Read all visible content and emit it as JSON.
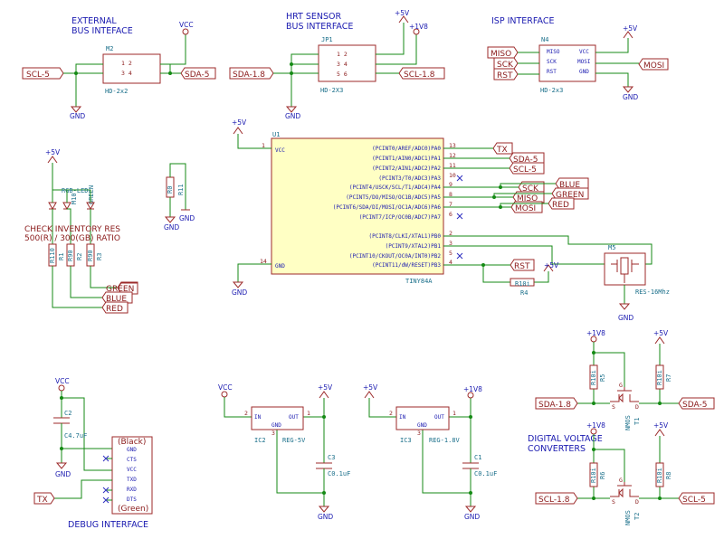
{
  "titles": {
    "ext_bus_1": "EXTERNAL",
    "ext_bus_2": "BUS INTEFACE",
    "hrt_1": "HRT SENSOR",
    "hrt_2": "BUS INTERFACE",
    "isp": "ISP INTERFACE",
    "check_1": "CHECK INVENTORY RES",
    "check_2": "500(R) / 300(GB) RATIO",
    "debug": "DEBUG INTERFACE",
    "dvc_1": "DIGITAL VOLTAGE",
    "dvc_2": "CONVERTERS"
  },
  "power": {
    "vcc": "VCC",
    "gnd": "GND",
    "p5v": "+5V",
    "p1v8": "+1V8"
  },
  "nets": {
    "scl5": "SCL-5",
    "sda5": "SDA-5",
    "sda18": "SDA-1.8",
    "scl18": "SCL-1.8",
    "miso": "MISO",
    "sck": "SCK",
    "rst": "RST",
    "mosi": "MOSI",
    "tx": "TX",
    "blue": "BLUE",
    "green": "GREEN",
    "red": "RED"
  },
  "components": {
    "m2_ref": "M2",
    "m2_val": "HD-2x2",
    "jp1_ref": "JP1",
    "jp1_val": "HD-2X3",
    "n4_ref": "N4",
    "n4_val": "HD-2x3",
    "u1_ref": "U1",
    "u1_val": "TINY84A",
    "r11_ref": "R0",
    "r11_val": "R11",
    "led_ref": "M10",
    "led_val": "RGB-LED",
    "led_color": "GREEN",
    "r1": "R1",
    "r1_val": "R110",
    "r2": "R2",
    "r2_val": "R90",
    "r3": "R3",
    "r3_val": "R90",
    "r4": "R4",
    "r4_val": "R10i",
    "m5_ref": "M5",
    "m5_val": "RES-16Mhz",
    "c2_ref": "C2",
    "c2_val": "C4.7uF",
    "ic2_ref": "IC2",
    "ic2_val": "REG-5V",
    "c3_ref": "C3",
    "c3_val": "C0.1uF",
    "ic3_ref": "IC3",
    "ic3_val": "REG-1.8V",
    "c1_ref": "C1",
    "c1_val": "C0.1uF",
    "r5": "R5",
    "r5_val": "R10i",
    "r7": "R7",
    "r7_val": "R10i",
    "t1": "T1",
    "t1_val": "NMOS",
    "r6": "R6",
    "r6_val": "R10i",
    "r8": "R8",
    "r8_val": "R10i",
    "t2": "T2",
    "t2_val": "NMOS"
  },
  "u1_pins_right": [
    "(PCINT0/AREF/ADC0)PA0",
    "(PCINT1/AIN0/ADC1)PA1",
    "(PCINT2/AIN1/ADC2)PA2",
    "(PCINT3/T0/ADC3)PA3",
    "(PCINT4/USCK/SCL/T1/ADC4)PA4",
    "(PCINT5/DO/MISO/OC1B/ADC5)PA5",
    "(PCINT6/SDA/DI/MOSI/OC1A/ADC6)PA6",
    "(PCINT7/ICP/OC0B/ADC7)PA7",
    "(PCINT8/CLKI/XTAL1)PB0",
    "(PCINT9/XTAL2)PB1",
    "(PCINT10/CKOUT/OC0A/INT0)PB2",
    "(PCINT11/dW/RESET)PB3"
  ],
  "u1_pin_numbers": [
    "13",
    "12",
    "11",
    "10",
    "9",
    "8",
    "7",
    "6",
    "2",
    "3",
    "5",
    "4"
  ],
  "u1_left": {
    "vcc": "VCC",
    "vcc_num": "1",
    "gnd": "GND",
    "gnd_num": "14"
  },
  "header_pins": {
    "m2_r1": "1 2",
    "m2_r2": "3 4",
    "jp1_r1": "1 2",
    "jp1_r2": "3 4",
    "jp1_r3": "5 6"
  },
  "isp_pins": [
    "MISO",
    "SCK",
    "RST",
    "VCC",
    "MOSI",
    "GND"
  ],
  "debug_pins": [
    "GND",
    "CTS",
    "VCC",
    "TXD",
    "RXD",
    "DTS"
  ],
  "debug_wire": {
    "top": "(Black)",
    "bottom": "(Green)"
  },
  "reg_pins": {
    "in": "IN",
    "out": "OUT",
    "gnd": "GND",
    "p1": "1",
    "p2": "2",
    "p3": "3"
  },
  "mos_pins": {
    "g": "G",
    "d": "D",
    "s": "S"
  }
}
